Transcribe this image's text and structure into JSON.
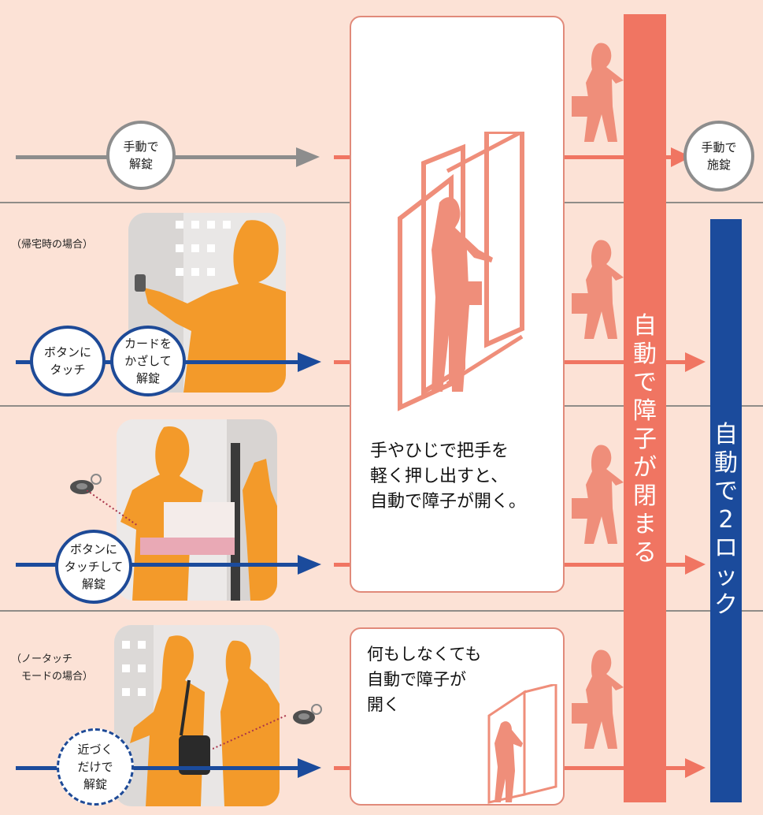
{
  "row1": {
    "manual_unlock": "手動で\n解錠",
    "manual_lock": "手動で\n施錠"
  },
  "row2": {
    "note": "（帰宅時の場合）",
    "touch_button": "ボタンに\nタッチ",
    "card_unlock": "カードを\nかざして\n解錠"
  },
  "row3": {
    "touch_unlock": "ボタンに\nタッチして\n解錠"
  },
  "row4": {
    "note": "（ノータッチ\n　モードの場合）",
    "approach_unlock": "近づく\nだけで\n解錠"
  },
  "main_panel": {
    "text": "手やひじで把手を\n軽く押し出すと、\n自動で障子が開く。"
  },
  "bottom_panel": {
    "text": "何もしなくても\n自動で障子が\n開く"
  },
  "red_bar": {
    "chars": [
      "自",
      "動",
      "で",
      "障",
      "子",
      "が",
      "閉",
      "ま",
      "る"
    ]
  },
  "blue_bar": {
    "chars": [
      "自",
      "動",
      "で",
      "2",
      "ロ",
      "ッ",
      "ク"
    ]
  },
  "colors": {
    "salmon": "#f07562",
    "navy": "#1b4b9c",
    "gray": "#8d8d8d",
    "orange": "#f39a2a",
    "figure": "#ef8e7a"
  }
}
